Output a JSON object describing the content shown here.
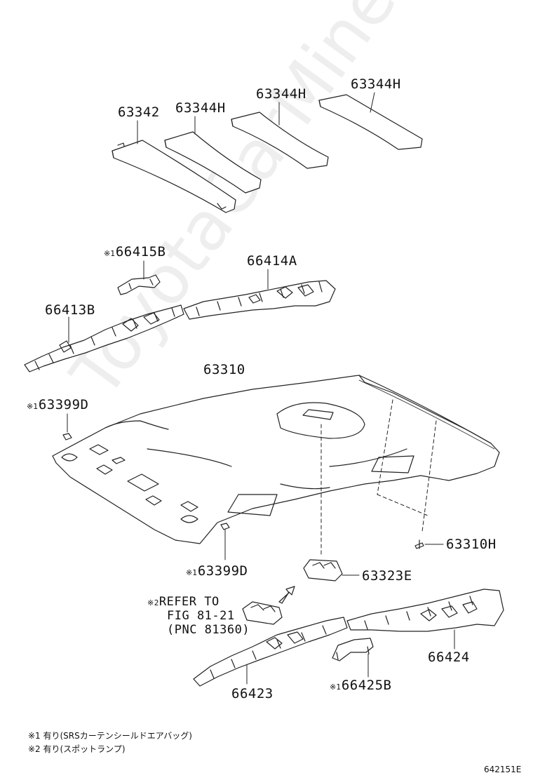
{
  "watermark": "ToyotaCarMine.ru",
  "mark1": "※1",
  "mark2": "※2",
  "parts": {
    "p63342": "63342",
    "p63344h_a": "63344H",
    "p63344h_b": "63344H",
    "p63344h_c": "63344H",
    "p66415b": "66415B",
    "p66414a": "66414A",
    "p66413b": "66413B",
    "p63310": "63310",
    "p63399d_top": "63399D",
    "p63399d_bottom": "63399D",
    "p63310h": "63310H",
    "p63323e": "63323E",
    "p66424": "66424",
    "p66423": "66423",
    "p66425b": "66425B"
  },
  "reference": {
    "line1": "REFER TO",
    "line2": "FIG 81-21",
    "line3": "(PNC 81360)"
  },
  "notes": {
    "note1": "※1 有り(SRSカーテンシールドエアバッグ)",
    "note2": "※2 有り(スポットランプ)"
  },
  "figure_id": "642151E"
}
